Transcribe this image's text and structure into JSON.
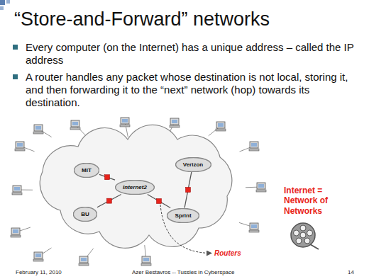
{
  "diagram": {
    "title": "“Store-and-Forward” networks",
    "nodes": [
      {
        "text": [
          "MIT"
        ]
      },
      {
        "text": [
          "Internet2"
        ]
      },
      {
        "text": [
          "Verizon"
        ]
      },
      {
        "text": [
          "Sprint"
        ]
      },
      {
        "text": [
          "BU"
        ]
      }
    ],
    "edges": [
      {
        "from": 0,
        "to": 1,
        "arrow": "none"
      },
      {
        "from": 1,
        "to": 3,
        "arrow": "none"
      },
      {
        "from": 4,
        "to": 1,
        "arrow": "none"
      },
      {
        "from": 2,
        "to": 3,
        "arrow": "none"
      }
    ],
    "labels": [
      "Every computer (on the Internet) has a unique address – called the IP address",
      "A router handles any packet whose destination is not local, storing it, and then forwarding it to the “next” network (hop) towards its destination.",
      "Internet = Network of Networks",
      "Routers",
      "February 11, 2010",
      "Azer Bestavros -- Tussles in Cyberspace",
      "14"
    ]
  }
}
